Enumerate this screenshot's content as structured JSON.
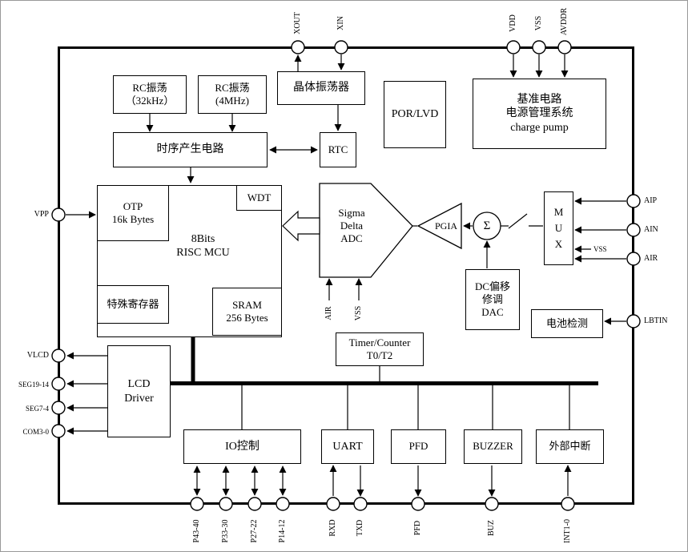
{
  "pins": {
    "top": [
      "XOUT",
      "XIN",
      "VDD",
      "VSS",
      "AVDDR"
    ],
    "right": [
      "AIP",
      "AIN",
      "AIR",
      "LBTIN"
    ],
    "left": [
      "VPP",
      "VLCD",
      "SEG19-14",
      "SEG7-4",
      "COM3-0"
    ],
    "bottom": [
      "P43-40",
      "P33-30",
      "P27-22",
      "P14-12",
      "RXD",
      "TXD",
      "PFD",
      "BUZ",
      "INT1-0"
    ]
  },
  "blocks": {
    "rc32": {
      "l1": "RC振荡",
      "l2": "（32kHz）"
    },
    "rc4": {
      "l1": "RC振荡",
      "l2": "(4MHz)"
    },
    "crystal": {
      "l1": "晶体振荡器"
    },
    "por_lvd": {
      "l1": "POR/LVD"
    },
    "power": {
      "l1": "基准电路",
      "l2": "电源管理系统",
      "l3": "charge pump"
    },
    "timing": {
      "l1": "时序产生电路"
    },
    "rtc": {
      "l1": "RTC"
    },
    "otp": {
      "l1": "OTP",
      "l2": "16k Bytes"
    },
    "wdt": {
      "l1": "WDT"
    },
    "mcu": {
      "l1": "8Bits",
      "l2": "RISC MCU"
    },
    "sfr": {
      "l1": "特殊寄存器"
    },
    "sram": {
      "l1": "SRAM",
      "l2": "256 Bytes"
    },
    "adc": {
      "l1": "Sigma",
      "l2": "Delta",
      "l3": "ADC"
    },
    "pgia": {
      "l1": "PGIA"
    },
    "sigma": {
      "l1": "Σ"
    },
    "mux": {
      "l1": "M",
      "l2": "U",
      "l3": "X"
    },
    "dc_dac": {
      "l1": "DC偏移",
      "l2": "修调",
      "l3": "DAC"
    },
    "battery": {
      "l1": "电池检测"
    },
    "timer": {
      "l1": "Timer/Counter",
      "l2": "T0/T2"
    },
    "lcd": {
      "l1": "LCD",
      "l2": "Driver"
    },
    "io": {
      "l1": "IO控制"
    },
    "uart": {
      "l1": "UART"
    },
    "pfd": {
      "l1": "PFD"
    },
    "buzzer": {
      "l1": "BUZZER"
    },
    "ext_int": {
      "l1": "外部中断"
    }
  },
  "signal_labels": {
    "adc_air": "AIR",
    "adc_vss": "VSS",
    "mux_vss": "VSS"
  },
  "colors": {
    "line": "#000000",
    "background": "#ffffff"
  }
}
